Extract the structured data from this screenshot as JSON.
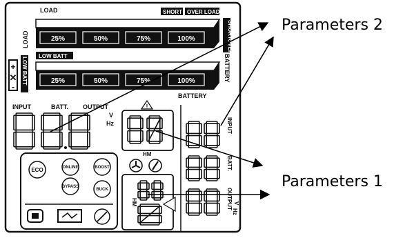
{
  "callouts": {
    "parameters_2": "Parameters 2",
    "parameters_1": "Parameters 1"
  },
  "load_panel": {
    "title": "LOAD",
    "side_label": "LOAD",
    "short_badge": "SHORT",
    "overload_badge": "OVER LOAD",
    "right_badge_top": "SHORT",
    "right_badge_bottom": "OVER LOAD",
    "bars": [
      "25%",
      "50%",
      "75%",
      "100%"
    ]
  },
  "battery_panel": {
    "low_batt_badge": "LOW BATT",
    "side_badge": "LOW BATT",
    "right_label": "BATTERY",
    "bottom_label": "BATTERY",
    "bars": [
      "25%",
      "50%",
      "75%",
      "100%"
    ]
  },
  "readout": {
    "input_label": "INPUT",
    "batt_label": "BATT.",
    "output_label": "OUTPUT",
    "unit_v": "V",
    "unit_hz": "Hz"
  },
  "mode_panel": {
    "hm_top": "HM",
    "hm_side": "HM"
  },
  "right_column": {
    "input": "INPUT",
    "batt": "BATT.",
    "output": "OUTPUT",
    "unit_v": "V",
    "unit_hz": "Hz"
  },
  "mode_icons": {
    "eco": "ECO",
    "online": "ONLINE",
    "boost": "BOOST",
    "bypass": "BYPASS",
    "buck": "BUCK"
  }
}
